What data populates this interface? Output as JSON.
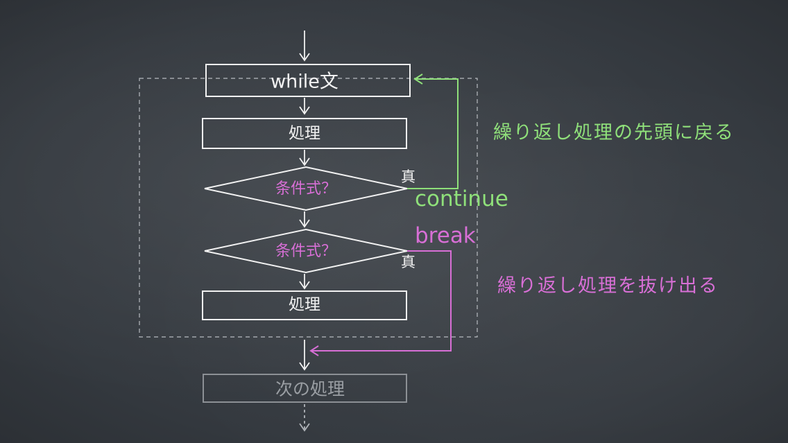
{
  "diagram": {
    "nodes": {
      "while_stmt": "while文",
      "process_1": "処理",
      "condition_1": "条件式？",
      "condition_2": "条件式？",
      "process_2": "処理",
      "next_process": "次の処理"
    },
    "branch_labels": {
      "true_1": "真",
      "true_2": "真"
    },
    "keywords": {
      "continue": "continue",
      "break": "break"
    },
    "annotations": {
      "continue_desc": "繰り返し処理の先頭に戻る",
      "break_desc": "繰り返し処理を抜け出る"
    },
    "colors": {
      "board": "#3a3f45",
      "chalk_white": "#f2f2f2",
      "continue_green": "#8fe07a",
      "break_pink": "#d86fd6",
      "faded_grey": "#9a9ea3"
    }
  }
}
